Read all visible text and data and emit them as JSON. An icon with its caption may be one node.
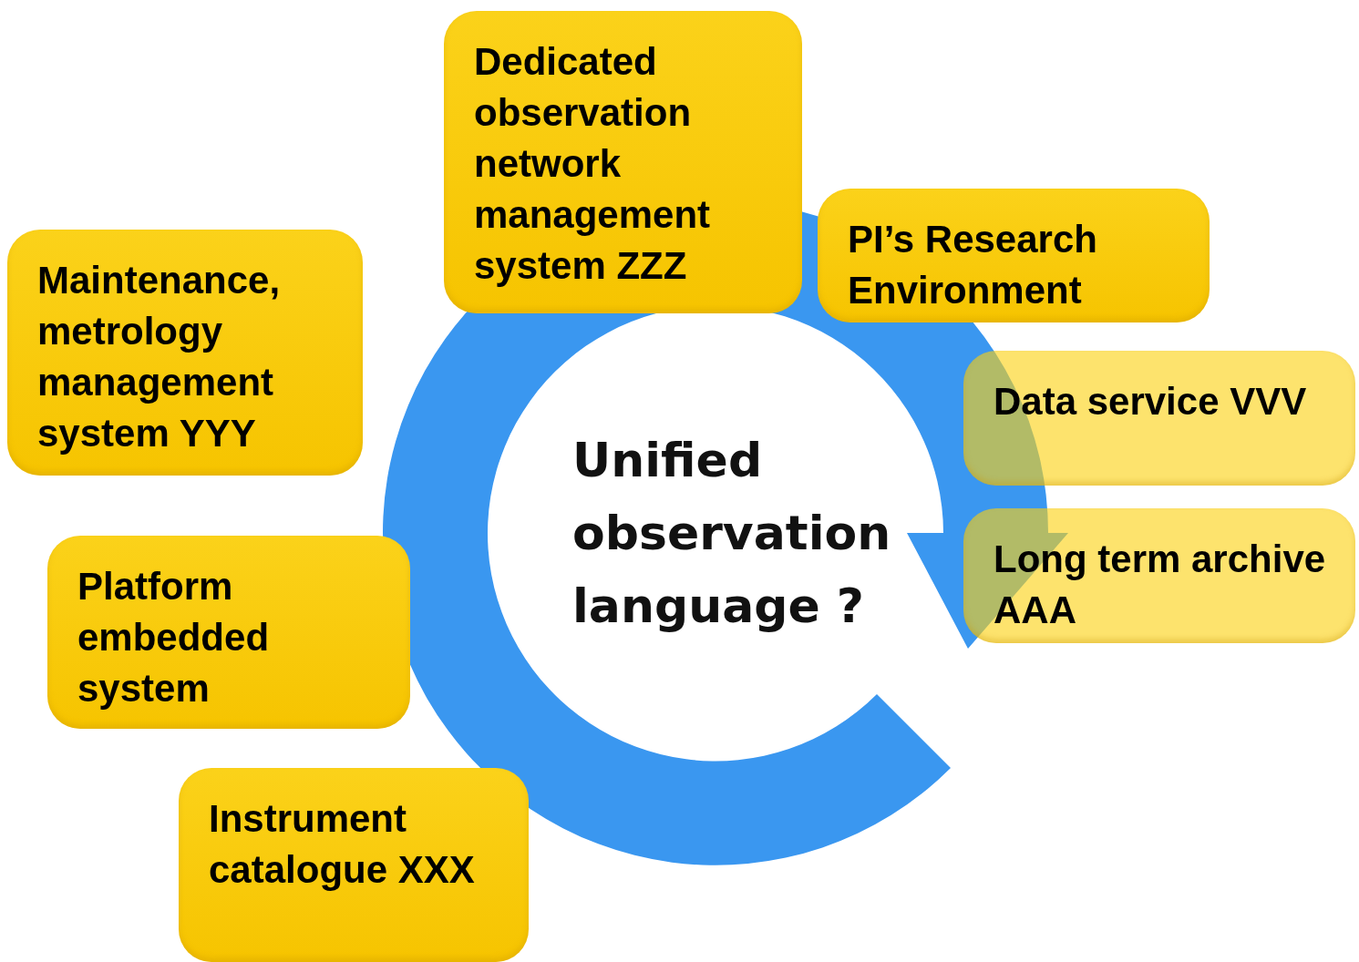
{
  "diagram": {
    "nodes": [
      {
        "text": [
          "Dedicated observation network management system ZZZ"
        ]
      },
      {
        "text": [
          "PI’s Research Environment"
        ]
      },
      {
        "text": [
          "Maintenance, metrology management system YYY"
        ]
      },
      {
        "text": [
          "Data service VVV"
        ]
      },
      {
        "text": [
          "Long term archive AAA"
        ]
      },
      {
        "text": [
          "Platform embedded system"
        ]
      },
      {
        "text": [
          "Instrument catalogue XXX"
        ]
      }
    ],
    "labels": [
      "Unified observation language ?"
    ]
  }
}
